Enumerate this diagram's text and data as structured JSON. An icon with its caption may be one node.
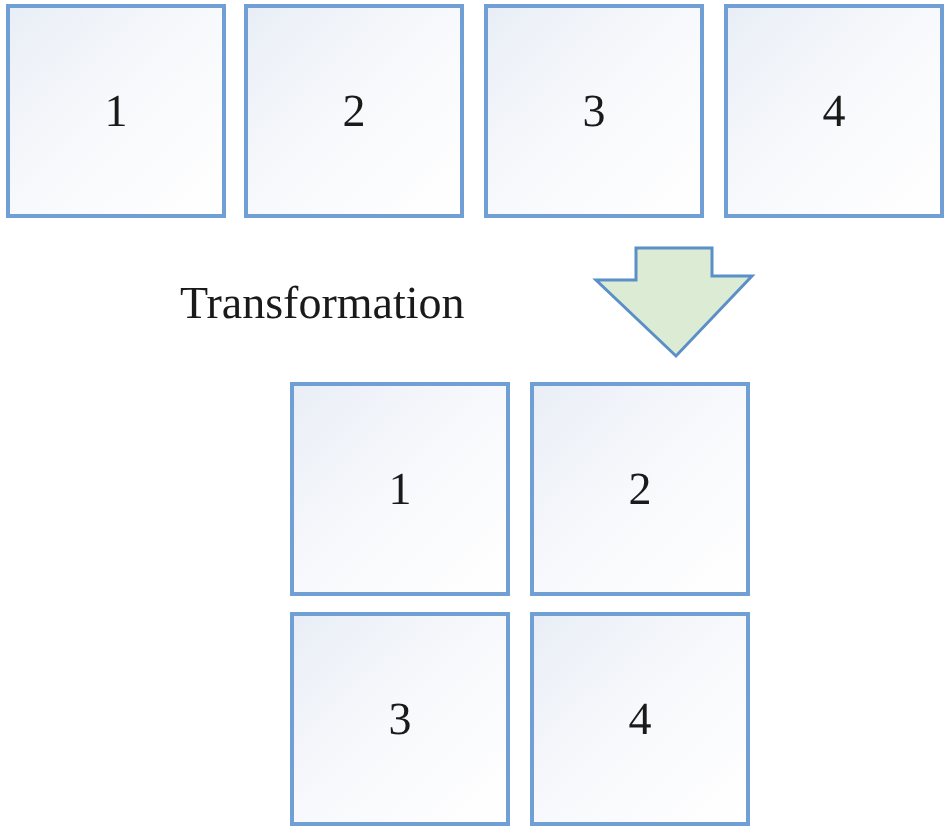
{
  "diagram": {
    "nodes": [
      {
        "text": [
          "1"
        ]
      },
      {
        "text": [
          "2"
        ]
      },
      {
        "text": [
          "3"
        ]
      },
      {
        "text": [
          "4"
        ]
      },
      {
        "text": [
          "1"
        ]
      },
      {
        "text": [
          "2"
        ]
      },
      {
        "text": [
          "3"
        ]
      },
      {
        "text": [
          "4"
        ]
      }
    ],
    "edges": [
      {
        "from": 2,
        "to": 5,
        "arrow": "to",
        "style": "thick"
      }
    ],
    "labels": [
      "Transformation"
    ]
  }
}
